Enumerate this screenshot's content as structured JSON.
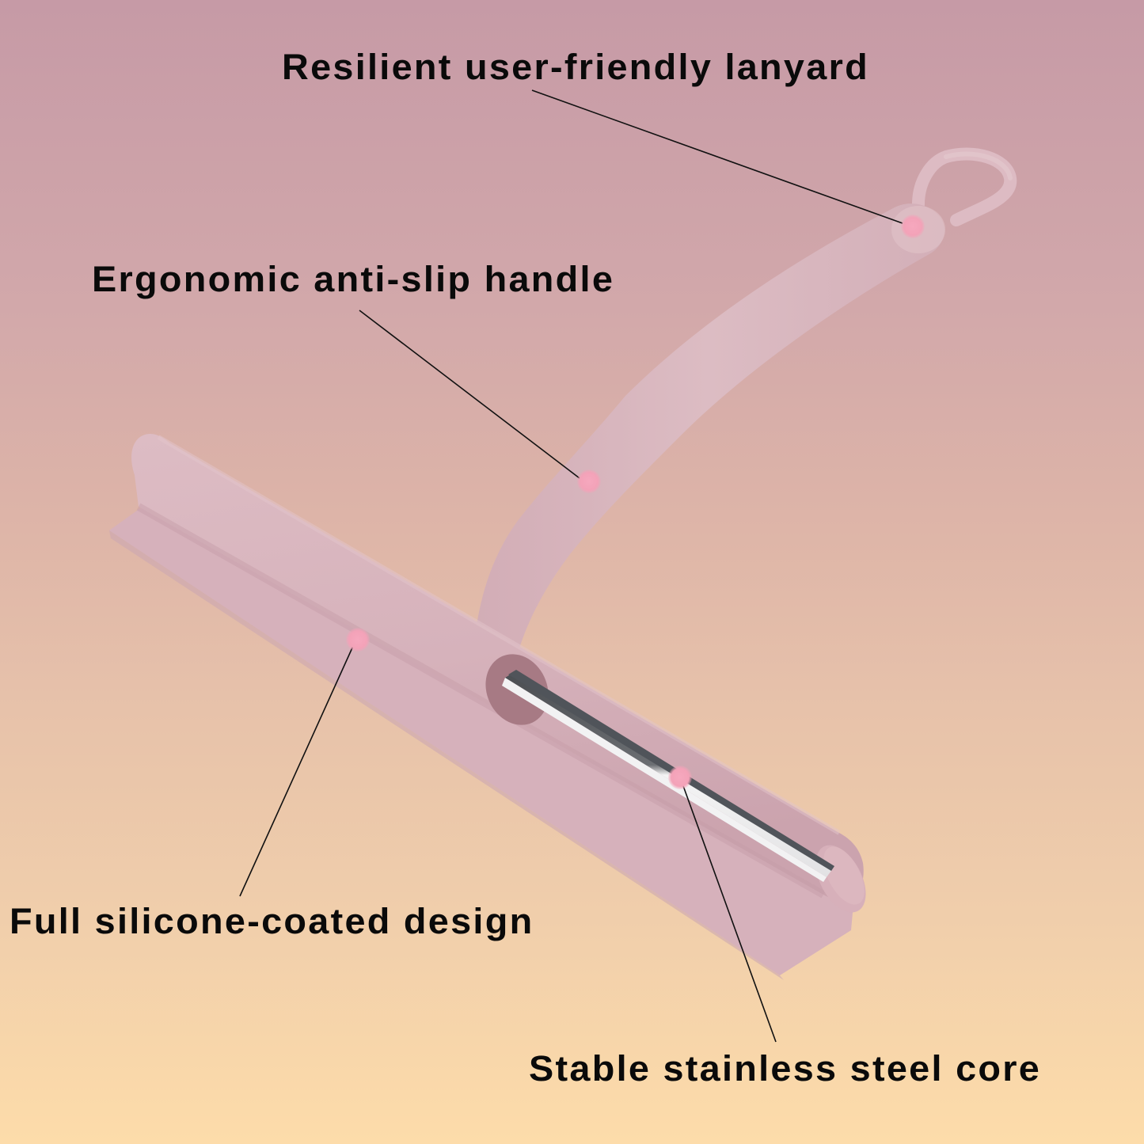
{
  "colors": {
    "background_top": "#C69AA6",
    "background_bottom": "#FDDCAA",
    "silicone_body": "#D9B6BE",
    "silicone_shadow": "#C9A1AC",
    "cutaway": "#A77A84",
    "steel_light": "#F2F2F2",
    "steel_dark": "#4E5155",
    "marker_dot": "#F4A3BA",
    "leader_line": "#111111",
    "label_text": "#0A0A0A"
  },
  "callouts": [
    {
      "id": "lanyard",
      "text": "Resilient user-friendly lanyard",
      "dot": [
        1153,
        286
      ]
    },
    {
      "id": "handle",
      "text": "Ergonomic anti-slip handle",
      "dot": [
        744,
        608
      ]
    },
    {
      "id": "silicone",
      "text": "Full silicone-coated design",
      "dot": [
        452,
        808
      ]
    },
    {
      "id": "steel-core",
      "text": "Stable stainless steel core",
      "dot": [
        859,
        982
      ]
    }
  ]
}
